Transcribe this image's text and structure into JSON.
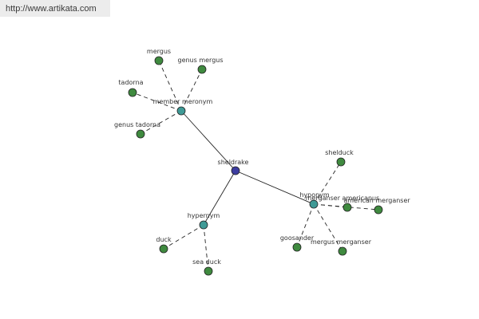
{
  "source_url": "http://www.artikata.com",
  "colors": {
    "center": "#3d3da0",
    "relation": "#3f9a96",
    "leaf": "#3f8a3f",
    "stroke": "#222222"
  },
  "graph": {
    "center": {
      "id": "sheldrake",
      "label": "sheldrake"
    },
    "relations": [
      {
        "id": "member-meronym",
        "label": "member meronym",
        "leaves": [
          "mergus",
          "genus mergus",
          "tadorna",
          "genus tadorna"
        ]
      },
      {
        "id": "hypernym-right",
        "label": "hyponym",
        "overlay_label": "merganser americanus",
        "leaves": [
          "shelduck",
          "american merganser",
          "mergus merganser",
          "goosander"
        ]
      },
      {
        "id": "hypernym-left",
        "label": "hypernym",
        "leaves": [
          "duck",
          "sea duck"
        ]
      }
    ]
  }
}
